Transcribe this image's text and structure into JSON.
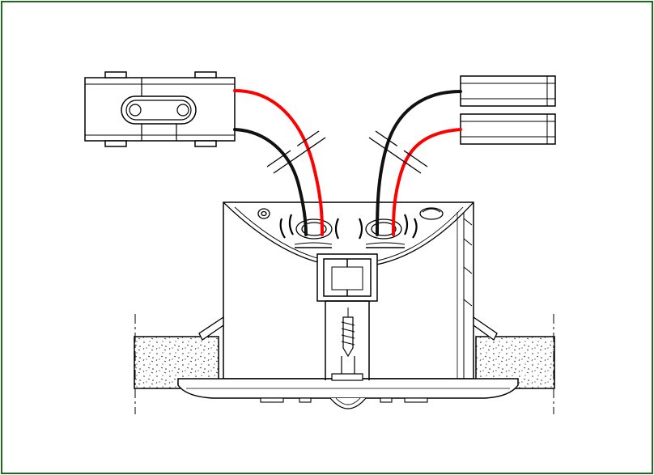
{
  "colors": {
    "frame": "#1e6a1e",
    "line": "#000000",
    "wire_red": "#ff0000",
    "wire_black": "#111111",
    "background": "#ffffff"
  },
  "components": {
    "left_connector": "terminal-block",
    "right_terminals": [
      "wire-end-upper",
      "wire-end-lower"
    ],
    "housing": "recessed-downlight-housing",
    "ceiling": "ceiling-board-section",
    "clip": "retaining-spring-clip",
    "screw": "mounting-screw"
  }
}
